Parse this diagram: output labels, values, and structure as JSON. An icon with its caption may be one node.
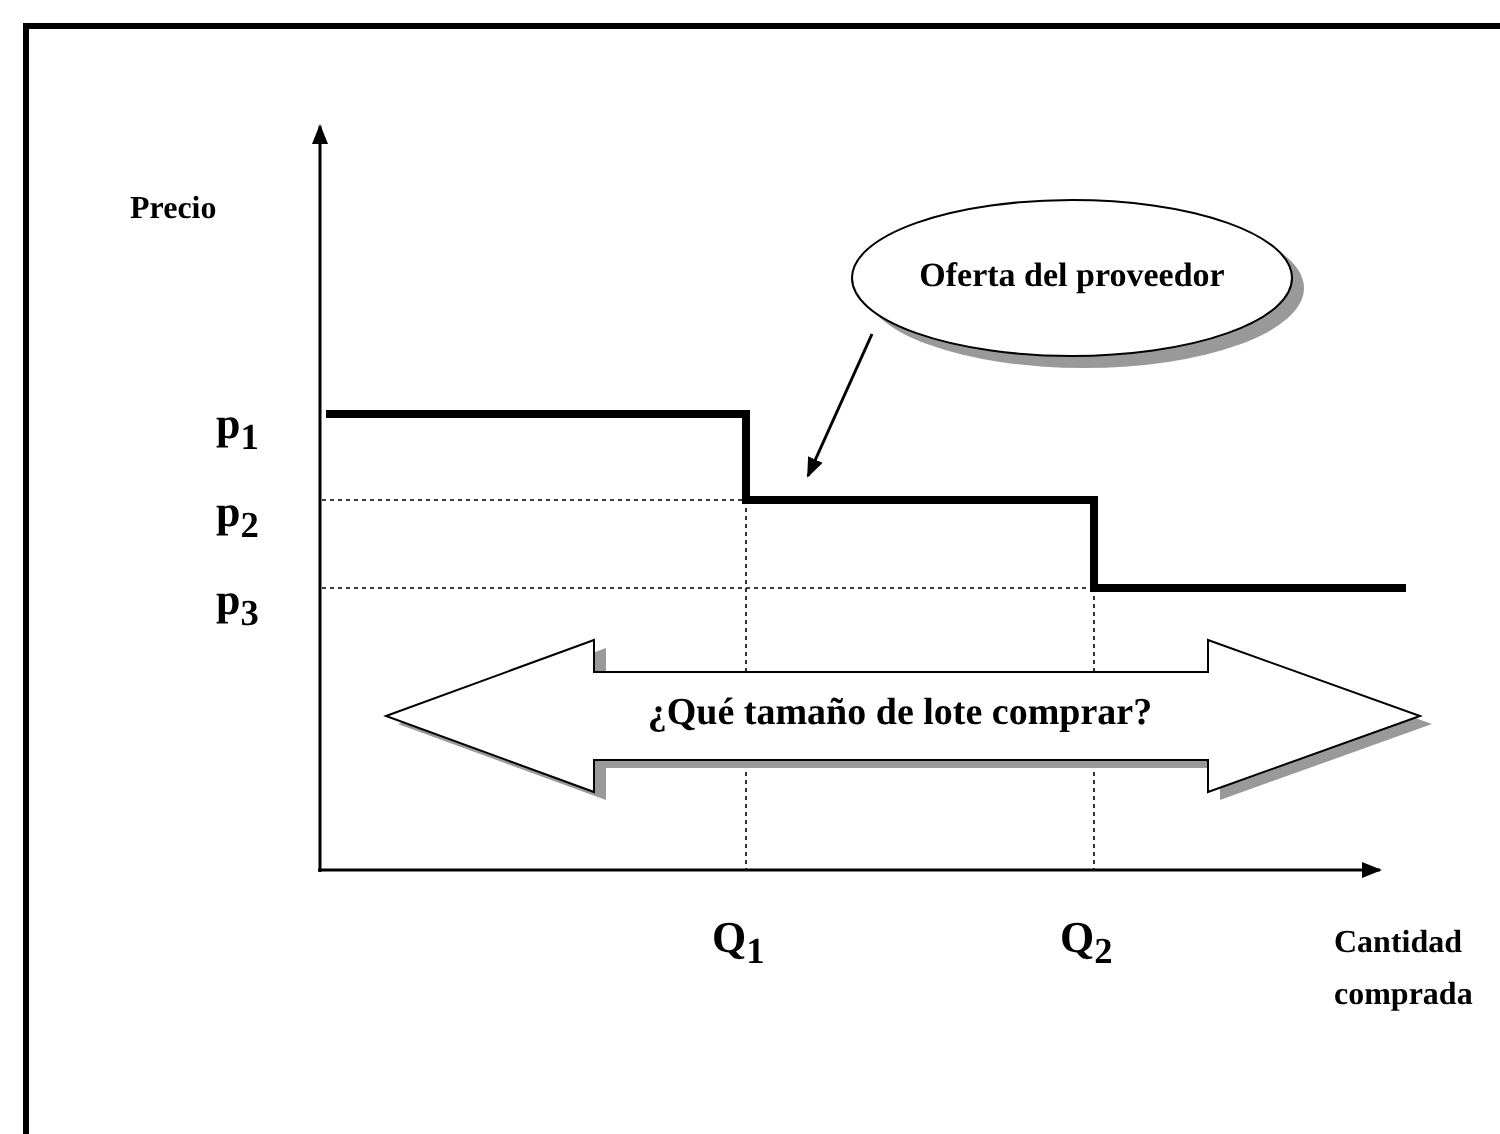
{
  "diagram": {
    "nodes": [
      {
        "text": [
          "Oferta del proveedor"
        ]
      },
      {
        "text": [],
        "shape": "line"
      },
      {
        "text": [
          "¿Qué tamaño de lote comprar?"
        ]
      }
    ],
    "edges": [
      {
        "from": 0,
        "to": 1,
        "arrow": "to"
      }
    ],
    "labels": [
      "Precio",
      "p$_{1}$",
      "p$_{2}$",
      "p$_{3}$",
      "Q$_{1}$",
      "Q$_{2}$",
      "Cantidad comprada"
    ]
  }
}
